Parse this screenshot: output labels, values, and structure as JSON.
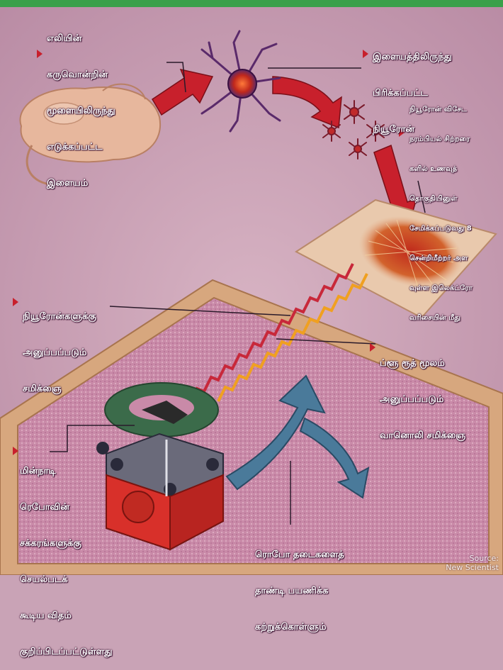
{
  "labels": {
    "mouse_embryo": [
      "எலியின்",
      "கருவொன்றின்",
      "மூளையிலிருந்து",
      "எடுக்கப்பட்ட",
      "இளையம்"
    ],
    "neuron_source": [
      "இளையத்திலிருந்து",
      "பிரிக்கப்பட்ட",
      "நியூரோன்"
    ],
    "neuron_culture": [
      "நியூரோன் விசேட",
      "நரம்பியல் சிற்றரை",
      "களில் உணவுத்",
      "தொகுதியினுள்",
      "சேமிக்கப்படுவது 8",
      "சென்றிமீற்றர் அள",
      "வுள்ள இலெக்ட்ரோ",
      "வரிசையின் மீது"
    ],
    "signals_to_neurons": [
      "நியூரோன்களுக்கு",
      "அனுப்பப்படும்",
      "சமிக்ஞை"
    ],
    "bluetooth_signal": [
      "ப்ளூ ரூத் மூலம்",
      "அனுப்பப்படும்",
      "வானொலி சமிக்ஞை"
    ],
    "robot_wheels": [
      "மின்நாடி",
      "ரெபோவின்",
      "சக்கரங்களுக்கு",
      "செயல்படக்",
      "கூடிய விதம்",
      "குறிப்பிடப்பட்டுள்ளது"
    ],
    "robot_obstacles": [
      "ரொபோ தடைகளைத்",
      "தாண்டி பயணிக்க",
      "கற்றுக்கொள்ளும்"
    ]
  },
  "credit": [
    "Source:",
    "New Scientist"
  ],
  "colors": {
    "background": "#c9a3b6",
    "arrow_red": "#c8202c",
    "platform_tan": "#d7a77e",
    "wave_red": "#c8283a",
    "wave_orange": "#f0a020",
    "neuron_purple": "#5a2a6a",
    "robot_red": "#d8302a",
    "ring_green": "#3b6b4a",
    "turn_arrow_blue": "#4a7a9a"
  }
}
